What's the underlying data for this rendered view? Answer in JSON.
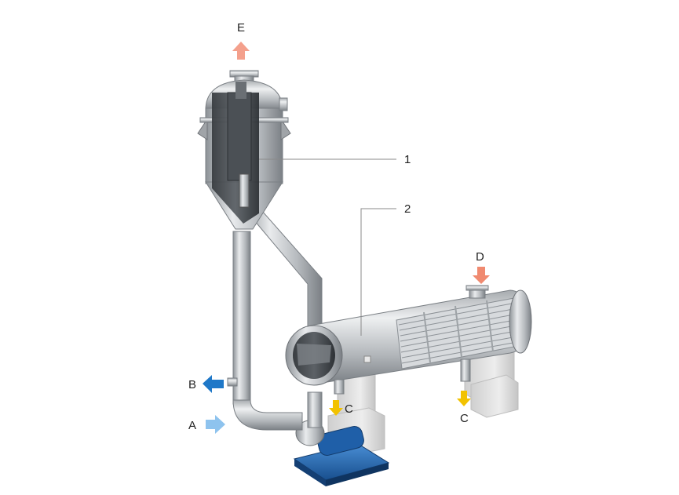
{
  "labels": {
    "part_1": "1",
    "part_2": "2",
    "stream_a": "A",
    "stream_b": "B",
    "stream_c_left": "C",
    "stream_c_right": "C",
    "stream_d": "D",
    "stream_e": "E"
  },
  "colors": {
    "arrow_e": "#f4a08c",
    "arrow_d": "#f08a70",
    "arrow_b": "#1f78c8",
    "arrow_a": "#8ec3ee",
    "arrow_c": "#f2c200",
    "pump_base": "#1d5fa8",
    "steel": "#b8bcc0",
    "concrete": "#e6e6e6"
  }
}
